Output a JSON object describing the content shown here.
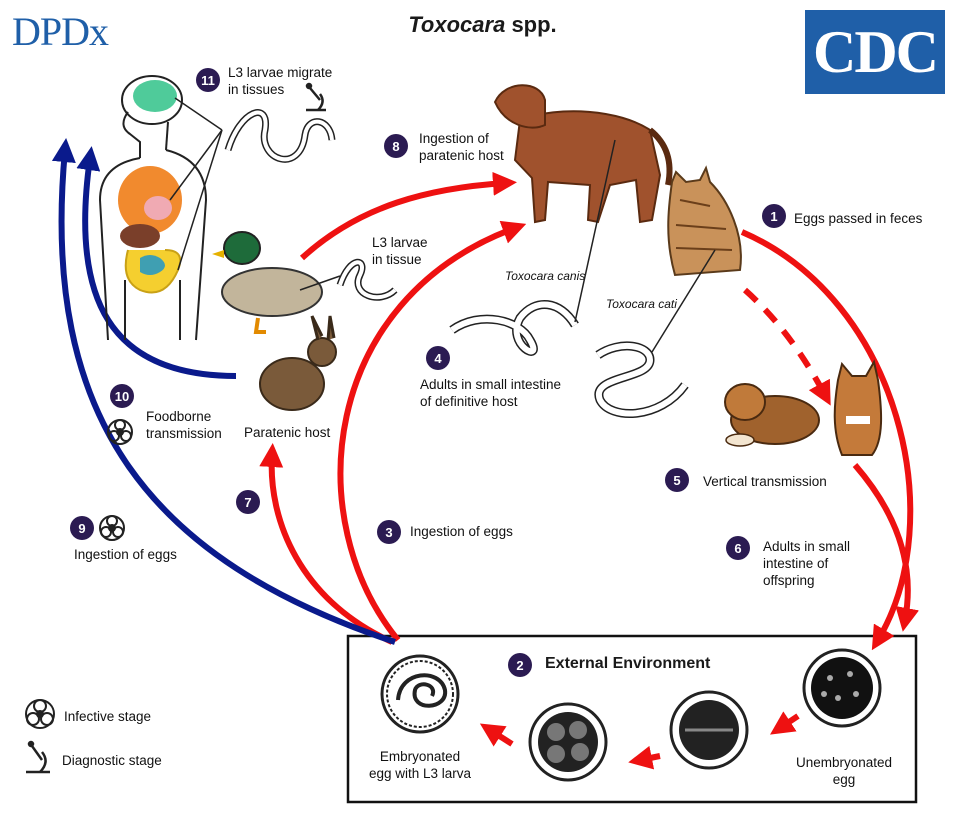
{
  "header": {
    "title_italic": "Toxocara",
    "title_rest": " spp.",
    "logo_left": "DPDx",
    "logo_right": "CDC"
  },
  "steps": {
    "s1": {
      "num": "1",
      "label": "Eggs passed in feces"
    },
    "s2": {
      "num": "2",
      "label": "External Environment"
    },
    "s3": {
      "num": "3",
      "label": "Ingestion of eggs"
    },
    "s4": {
      "num": "4",
      "label_l1": "Adults in small intestine",
      "label_l2": "of definitive host"
    },
    "s5": {
      "num": "5",
      "label": "Vertical transmission"
    },
    "s6": {
      "num": "6",
      "label_l1": "Adults in small",
      "label_l2": "intestine of",
      "label_l3": "offspring"
    },
    "s7": {
      "num": "7"
    },
    "s8": {
      "num": "8",
      "label_l1": "Ingestion of",
      "label_l2": "paratenic host"
    },
    "s9": {
      "num": "9",
      "label": "Ingestion of eggs"
    },
    "s10": {
      "num": "10",
      "label_l1": "Foodborne",
      "label_l2": "transmission"
    },
    "s11": {
      "num": "11",
      "label_l1": "L3 larvae migrate",
      "label_l2": "in tissues"
    }
  },
  "labels": {
    "toxocara_canis": "Toxocara canis",
    "toxocara_cati": "Toxocara cati",
    "l3_tissue_l1": "L3 larvae",
    "l3_tissue_l2": "in tissue",
    "paratenic_host": "Paratenic host",
    "embryonated_l1": "Embryonated",
    "embryonated_l2": "egg with L3 larva",
    "unembryonated_l1": "Unembryonated",
    "unembryonated_l2": "egg"
  },
  "legend": {
    "infective": "Infective stage",
    "diagnostic": "Diagnostic stage"
  },
  "colors": {
    "red_arrow": "#ee1111",
    "blue_arrow": "#0a1a8c",
    "step_badge": "#2b1b52",
    "dog": "#a0522d",
    "cat": "#c9925a"
  }
}
